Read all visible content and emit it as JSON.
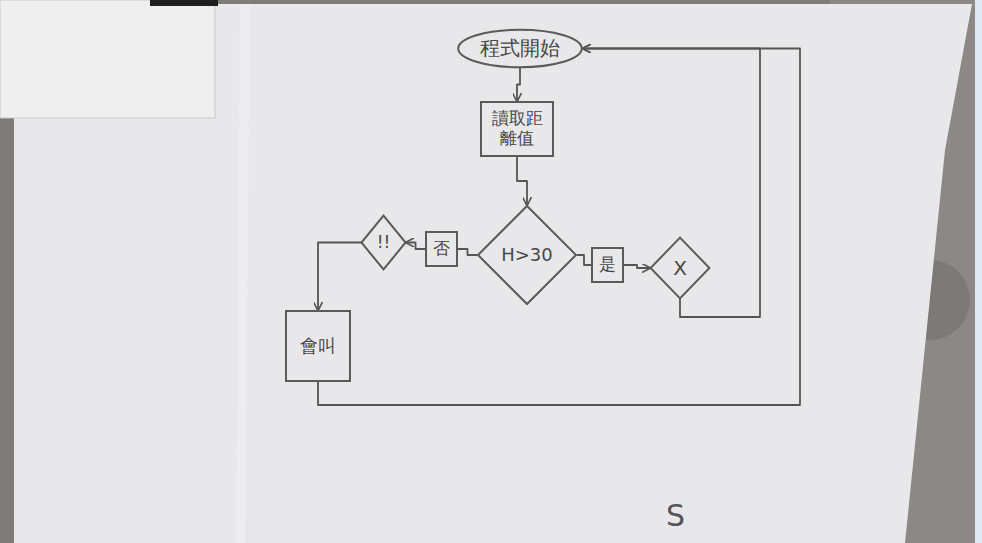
{
  "diagram": {
    "nodes": [
      {
        "text": [
          "程式開始"
        ]
      },
      {
        "text": [
          "讀取距離值"
        ]
      },
      {
        "text": [
          "H>30"
        ]
      },
      {
        "text": [
          "否"
        ]
      },
      {
        "text": [
          "!!"
        ]
      },
      {
        "text": [
          "是"
        ]
      },
      {
        "text": [
          "X"
        ]
      },
      {
        "text": [
          "會叫"
        ]
      }
    ],
    "edges": [
      {
        "from": 0,
        "to": 1,
        "arrow": "to"
      },
      {
        "from": 1,
        "to": 2,
        "arrow": "to"
      },
      {
        "from": 2,
        "to": 3,
        "arrow": "none"
      },
      {
        "from": 3,
        "to": 4,
        "arrow": "to"
      },
      {
        "from": 4,
        "to": 7,
        "arrow": "to"
      },
      {
        "from": 2,
        "to": 5,
        "arrow": "none"
      },
      {
        "from": 5,
        "to": 6,
        "arrow": "to"
      },
      {
        "from": 6,
        "to": 0,
        "arrow": "to"
      },
      {
        "from": 7,
        "to": 0,
        "arrow": "to"
      }
    ],
    "labels": [
      "S"
    ]
  }
}
